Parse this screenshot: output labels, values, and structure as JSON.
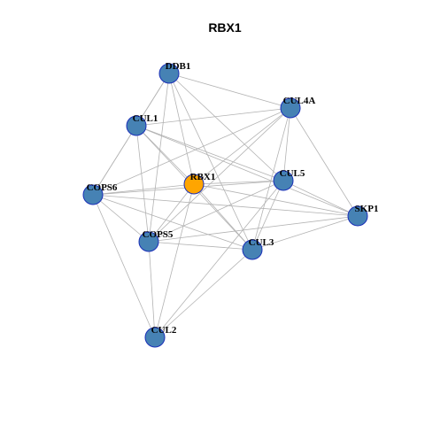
{
  "title": "RBX1",
  "colors": {
    "center_node": "#FFA500",
    "node": "#4682B4",
    "node_border": "#1a2fb8",
    "edge": "#b3b3b3"
  },
  "nodes": [
    {
      "id": "RBX1",
      "label": "RBX1",
      "center": true
    },
    {
      "id": "DDB1",
      "label": "DDB1"
    },
    {
      "id": "CUL4A",
      "label": "CUL4A"
    },
    {
      "id": "CUL1",
      "label": "CUL1"
    },
    {
      "id": "CUL5",
      "label": "CUL5"
    },
    {
      "id": "COPS6",
      "label": "COPS6"
    },
    {
      "id": "SKP1",
      "label": "SKP1"
    },
    {
      "id": "COPS5",
      "label": "COPS5"
    },
    {
      "id": "CUL3",
      "label": "CUL3"
    },
    {
      "id": "CUL2",
      "label": "CUL2"
    }
  ],
  "edges": [
    [
      "DDB1",
      "CUL4A"
    ],
    [
      "DDB1",
      "CUL1"
    ],
    [
      "DDB1",
      "RBX1"
    ],
    [
      "DDB1",
      "CUL5"
    ],
    [
      "DDB1",
      "COPS5"
    ],
    [
      "DDB1",
      "CUL3"
    ],
    [
      "DDB1",
      "COPS6"
    ],
    [
      "CUL4A",
      "CUL1"
    ],
    [
      "CUL4A",
      "RBX1"
    ],
    [
      "CUL4A",
      "CUL5"
    ],
    [
      "CUL4A",
      "SKP1"
    ],
    [
      "CUL4A",
      "CUL3"
    ],
    [
      "CUL4A",
      "COPS6"
    ],
    [
      "CUL4A",
      "COPS5"
    ],
    [
      "CUL1",
      "RBX1"
    ],
    [
      "CUL1",
      "CUL5"
    ],
    [
      "CUL1",
      "SKP1"
    ],
    [
      "CUL1",
      "COPS5"
    ],
    [
      "CUL1",
      "CUL3"
    ],
    [
      "CUL1",
      "COPS6"
    ],
    [
      "RBX1",
      "CUL5"
    ],
    [
      "RBX1",
      "COPS6"
    ],
    [
      "RBX1",
      "SKP1"
    ],
    [
      "RBX1",
      "COPS5"
    ],
    [
      "RBX1",
      "CUL3"
    ],
    [
      "RBX1",
      "CUL2"
    ],
    [
      "CUL5",
      "SKP1"
    ],
    [
      "CUL5",
      "COPS6"
    ],
    [
      "CUL5",
      "COPS5"
    ],
    [
      "CUL5",
      "CUL3"
    ],
    [
      "CUL5",
      "CUL2"
    ],
    [
      "COPS6",
      "SKP1"
    ],
    [
      "COPS6",
      "COPS5"
    ],
    [
      "COPS6",
      "CUL3"
    ],
    [
      "COPS6",
      "CUL2"
    ],
    [
      "SKP1",
      "COPS5"
    ],
    [
      "SKP1",
      "CUL3"
    ],
    [
      "COPS5",
      "CUL3"
    ],
    [
      "COPS5",
      "CUL2"
    ],
    [
      "CUL3",
      "CUL2"
    ]
  ]
}
